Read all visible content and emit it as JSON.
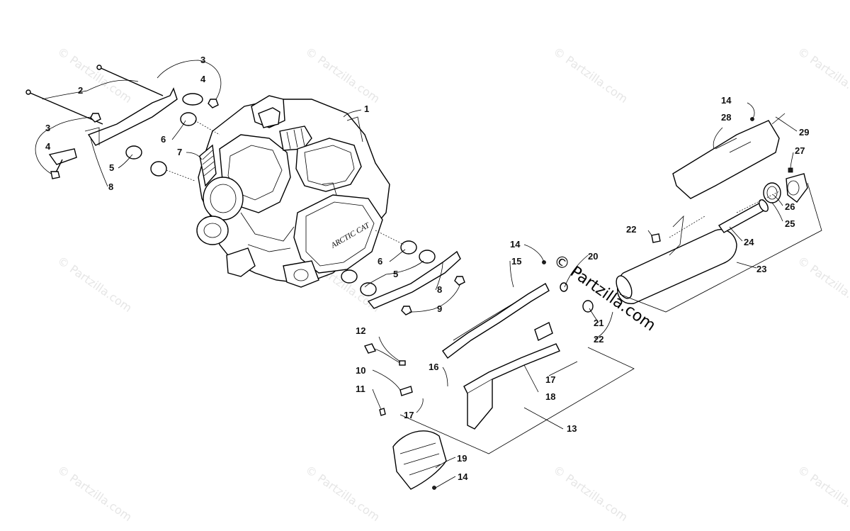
{
  "watermarks": {
    "text": "© Partzilla.com",
    "center_text": "© Partzilla.com"
  },
  "callouts": [
    {
      "id": "c1",
      "label": "1"
    },
    {
      "id": "c2",
      "label": "2"
    },
    {
      "id": "c3a",
      "label": "3"
    },
    {
      "id": "c3b",
      "label": "3"
    },
    {
      "id": "c4a",
      "label": "4"
    },
    {
      "id": "c4b",
      "label": "4"
    },
    {
      "id": "c5a",
      "label": "5"
    },
    {
      "id": "c5b",
      "label": "5"
    },
    {
      "id": "c6a",
      "label": "6"
    },
    {
      "id": "c6b",
      "label": "6"
    },
    {
      "id": "c7",
      "label": "7"
    },
    {
      "id": "c8a",
      "label": "8"
    },
    {
      "id": "c8b",
      "label": "8"
    },
    {
      "id": "c9",
      "label": "9"
    },
    {
      "id": "c10",
      "label": "10"
    },
    {
      "id": "c11",
      "label": "11"
    },
    {
      "id": "c12",
      "label": "12"
    },
    {
      "id": "c13",
      "label": "13"
    },
    {
      "id": "c14a",
      "label": "14"
    },
    {
      "id": "c14b",
      "label": "14"
    },
    {
      "id": "c14c",
      "label": "14"
    },
    {
      "id": "c15",
      "label": "15"
    },
    {
      "id": "c16",
      "label": "16"
    },
    {
      "id": "c17a",
      "label": "17"
    },
    {
      "id": "c17b",
      "label": "17"
    },
    {
      "id": "c18",
      "label": "18"
    },
    {
      "id": "c19",
      "label": "19"
    },
    {
      "id": "c20",
      "label": "20"
    },
    {
      "id": "c21",
      "label": "21"
    },
    {
      "id": "c22a",
      "label": "22"
    },
    {
      "id": "c22b",
      "label": "22"
    },
    {
      "id": "c23",
      "label": "23"
    },
    {
      "id": "c24",
      "label": "24"
    },
    {
      "id": "c25",
      "label": "25"
    },
    {
      "id": "c26",
      "label": "26"
    },
    {
      "id": "c27",
      "label": "27"
    },
    {
      "id": "c28",
      "label": "28"
    },
    {
      "id": "c29",
      "label": "29"
    }
  ],
  "engine_logo_text": "ARCTIC CAT"
}
